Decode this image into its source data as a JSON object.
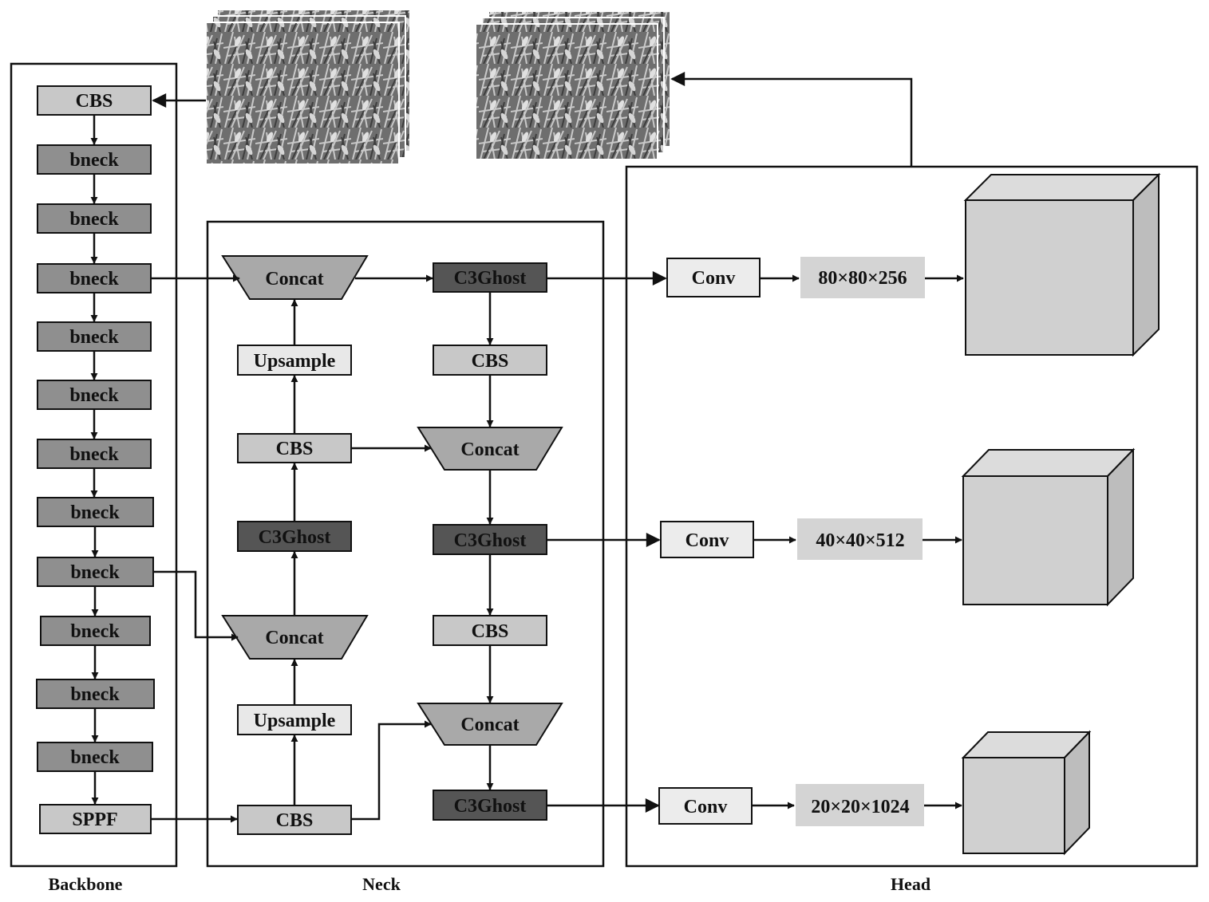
{
  "sections": {
    "backbone": "Backbone",
    "neck": "Neck",
    "head": "Head"
  },
  "colors": {
    "frame": "#111111",
    "light_block": "#c8c8c8",
    "mid_block": "#8f8f8f",
    "dark_block": "#555555",
    "pale_block": "#e8e8e8",
    "label_bg": "#d4d4d4",
    "cube_front": "#d0d0d0",
    "cube_side": "#bdbdbd",
    "cube_top": "#dcdcdc"
  },
  "backbone": {
    "blocks": [
      "CBS",
      "bneck",
      "bneck",
      "bneck",
      "bneck",
      "bneck",
      "bneck",
      "bneck",
      "bneck",
      "bneck",
      "bneck",
      "bneck",
      "SPPF"
    ]
  },
  "neck": {
    "left_column": {
      "concat_top": "Concat",
      "upsample_top": "Upsample",
      "cbs_mid": "CBS",
      "c3ghost": "C3Ghost",
      "concat_bottom": "Concat",
      "upsample_bottom": "Upsample",
      "cbs_bottom": "CBS"
    },
    "right_column": {
      "c3ghost_top": "C3Ghost",
      "cbs_top": "CBS",
      "concat_mid": "Concat",
      "c3ghost_mid": "C3Ghost",
      "cbs_mid": "CBS",
      "concat_bottom": "Concat",
      "c3ghost_bottom": "C3Ghost"
    }
  },
  "head": {
    "rows": [
      {
        "conv": "Conv",
        "size": "80×80×256"
      },
      {
        "conv": "Conv",
        "size": "40×40×512"
      },
      {
        "conv": "Conv",
        "size": "20×20×1024"
      }
    ]
  },
  "images": {
    "input": "wheat-field-input-image",
    "output": "wheat-field-detection-image"
  }
}
